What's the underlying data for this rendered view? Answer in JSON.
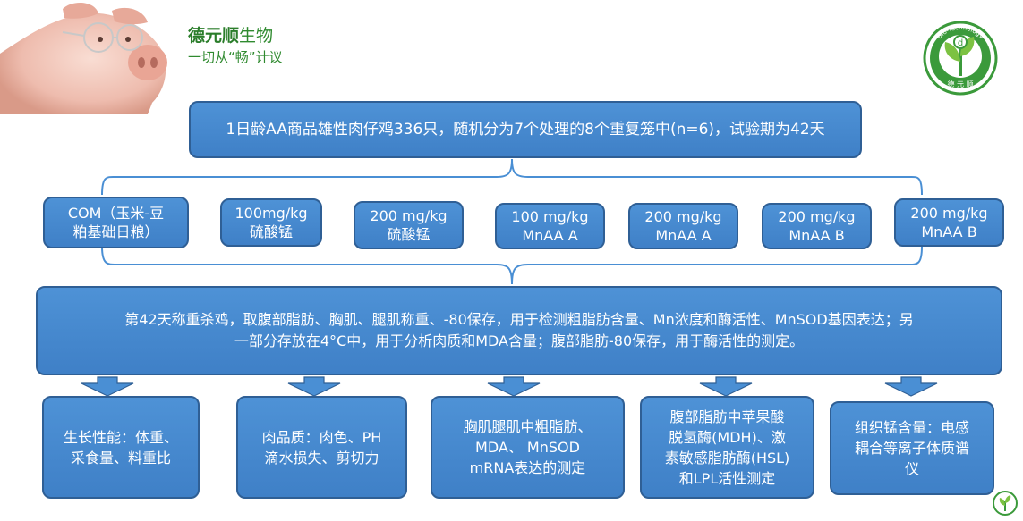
{
  "brand": {
    "name_bold": "德元顺",
    "name_rest": "生物",
    "slogan": "一切从“畅”计议"
  },
  "logo": {
    "ring_text": "Bio-Technology",
    "bottom_text": "德 元 顺",
    "center_letter": "d"
  },
  "top_box": "1日龄AA商品雄性肉仔鸡336只，随机分为7个处理的8个重复笼中(n=6)，试验期为42天",
  "groups": [
    [
      "COM（玉米-豆",
      "粕基础日粮）"
    ],
    [
      "100mg/kg",
      "硫酸锰"
    ],
    [
      "200 mg/kg",
      "硫酸锰"
    ],
    [
      "100 mg/kg",
      "MnAA A"
    ],
    [
      "200 mg/kg",
      "MnAA A"
    ],
    [
      "200 mg/kg",
      "MnAA B"
    ],
    [
      "200 mg/kg",
      "MnAA B"
    ]
  ],
  "middle_box": [
    "第42天称重杀鸡，取腹部脂肪、胸肌、腿肌称重、-80保存，用于检测粗脂肪含量、Mn浓度和酶活性、MnSOD基因表达；另",
    "一部分存放在4°C中，用于分析肉质和MDA含量；腹部脂肪-80保存，用于酶活性的测定。"
  ],
  "outcomes": [
    [
      "生长性能：体重、",
      "采食量、料重比"
    ],
    [
      "肉品质：肉色、PH",
      "滴水损失、剪切力"
    ],
    [
      "胸肌腿肌中粗脂肪、",
      "MDA、 MnSOD",
      "mRNA表达的测定"
    ],
    [
      "腹部脂肪中苹果酸",
      "脱氢酶(MDH)、激",
      "素敏感脂肪酶(HSL)",
      "和LPL活性测定"
    ],
    [
      "组织锰含量：电感",
      "耦合等离子体质谱",
      "仪"
    ]
  ],
  "colors": {
    "box_fill": "#4a8fd4",
    "box_border": "#2f5f95",
    "connector": "#4a8fd4",
    "brand_green": "#2f8a2f"
  }
}
